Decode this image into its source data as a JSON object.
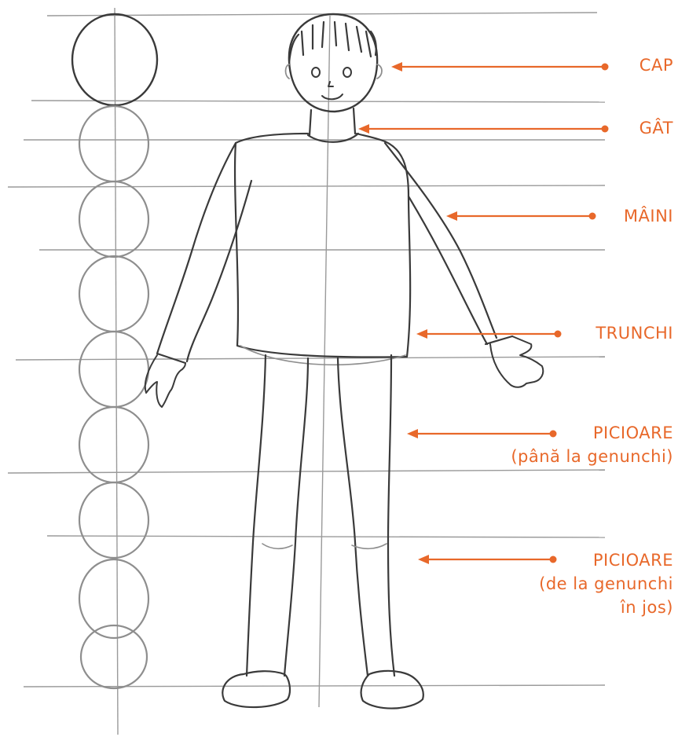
{
  "colors": {
    "accent": "#e8682a",
    "pencil": "#3a3a3a",
    "guide": "#9a9a9a"
  },
  "figure": {
    "description_icon": "child-body-proportions-sketch",
    "head_measure_circles": 8
  },
  "labels": [
    {
      "id": "cap",
      "lines": [
        "CAP"
      ]
    },
    {
      "id": "gat",
      "lines": [
        "GÂT"
      ]
    },
    {
      "id": "maini",
      "lines": [
        "MÂINI"
      ]
    },
    {
      "id": "trunchi",
      "lines": [
        "TRUNCHI"
      ]
    },
    {
      "id": "picioare-sus",
      "lines": [
        "PICIOARE",
        "(până la genunchi)"
      ]
    },
    {
      "id": "picioare-jos",
      "lines": [
        "PICIOARE",
        "(de la genunchi",
        "în jos)"
      ]
    }
  ]
}
